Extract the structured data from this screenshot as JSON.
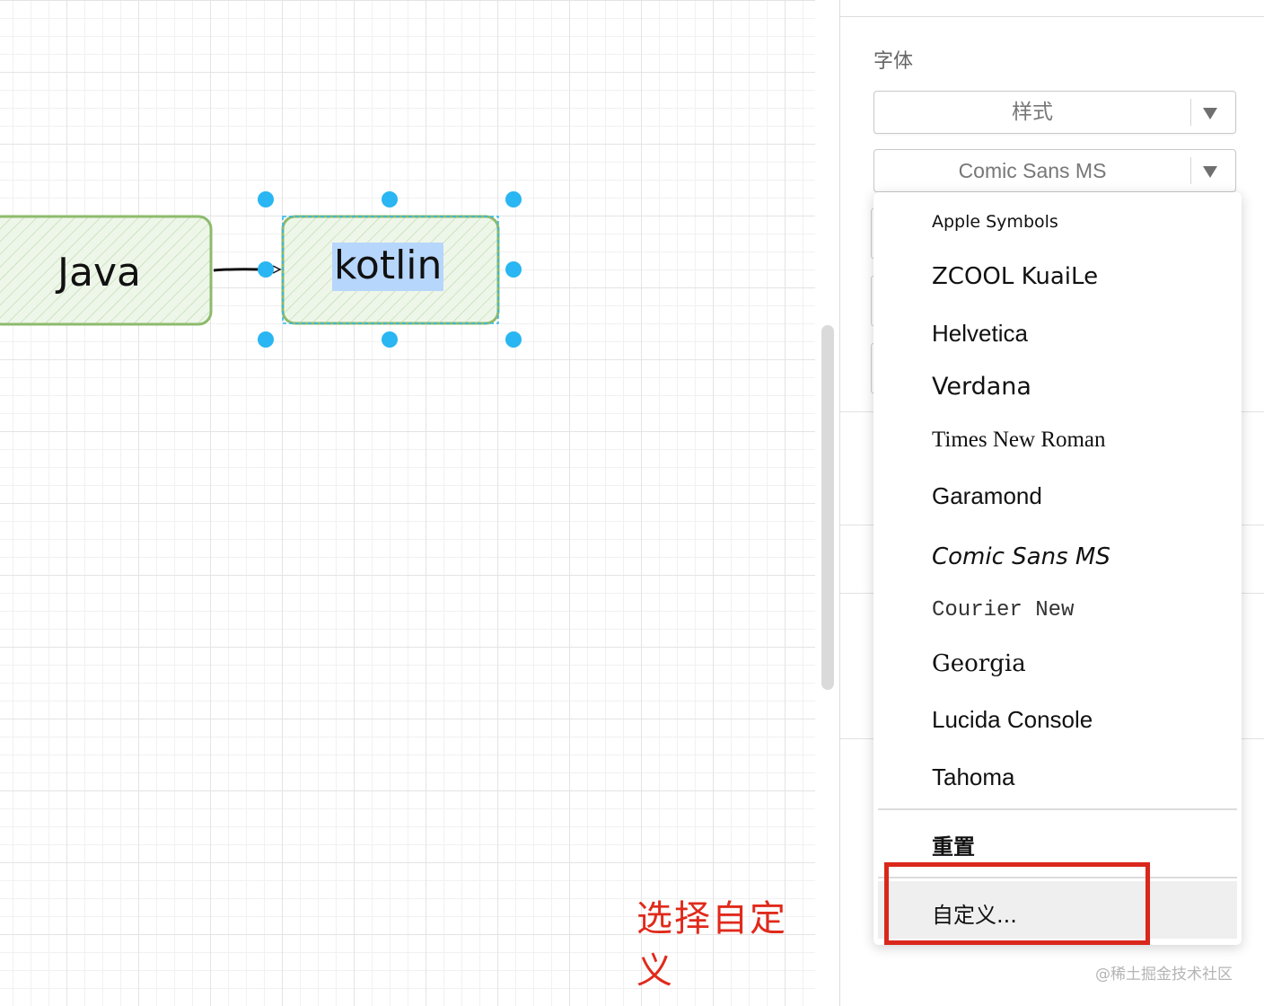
{
  "canvas": {
    "nodes": [
      {
        "id": "java",
        "label": "Java"
      },
      {
        "id": "kotlin",
        "label": "kotlin"
      }
    ],
    "colors": {
      "node_border": "#82b366",
      "node_fill": "#d5e8d4",
      "selection_handle": "#29b6f2",
      "text_selection": "#b7d6fb",
      "grid": "#e4e4e4"
    }
  },
  "annotation": {
    "text": "选择自定义",
    "color": "#e02a1c"
  },
  "watermark": "@稀土掘金技术社区",
  "format_panel": {
    "section_title": "字体",
    "style_select": {
      "value": "样式",
      "icon": "triangle-down-icon"
    },
    "font_select": {
      "value": "Comic Sans MS",
      "icon": "triangle-down-icon"
    }
  },
  "font_menu": {
    "items": [
      "Apple Symbols",
      "ZCOOL KuaiLe",
      "Helvetica",
      "Verdana",
      "Times New Roman",
      "Garamond",
      "Comic Sans MS",
      "Courier New",
      "Georgia",
      "Lucida Console",
      "Tahoma"
    ],
    "reset_label": "重置",
    "custom_label": "自定义...",
    "highlight_color": "#d9271b"
  }
}
